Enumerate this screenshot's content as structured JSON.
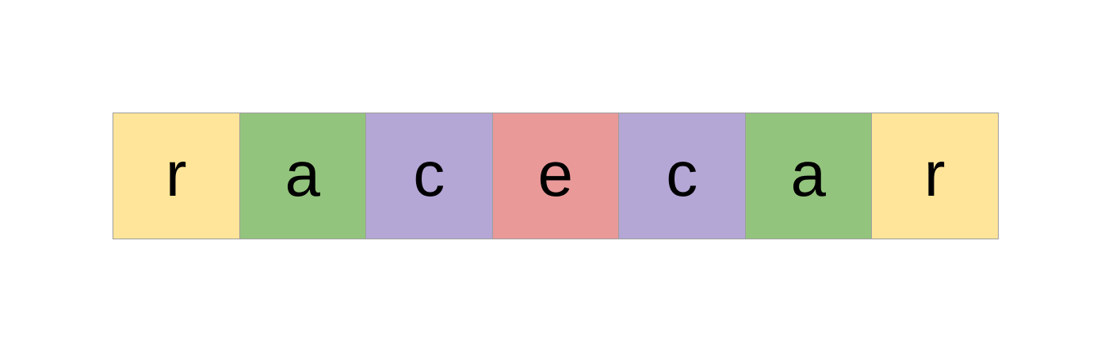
{
  "word": {
    "cells": [
      {
        "letter": "r",
        "color": "#FFE599"
      },
      {
        "letter": "a",
        "color": "#93C47D"
      },
      {
        "letter": "c",
        "color": "#B4A7D6"
      },
      {
        "letter": "e",
        "color": "#EA9999"
      },
      {
        "letter": "c",
        "color": "#B4A7D6"
      },
      {
        "letter": "a",
        "color": "#93C47D"
      },
      {
        "letter": "r",
        "color": "#FFE599"
      }
    ]
  }
}
